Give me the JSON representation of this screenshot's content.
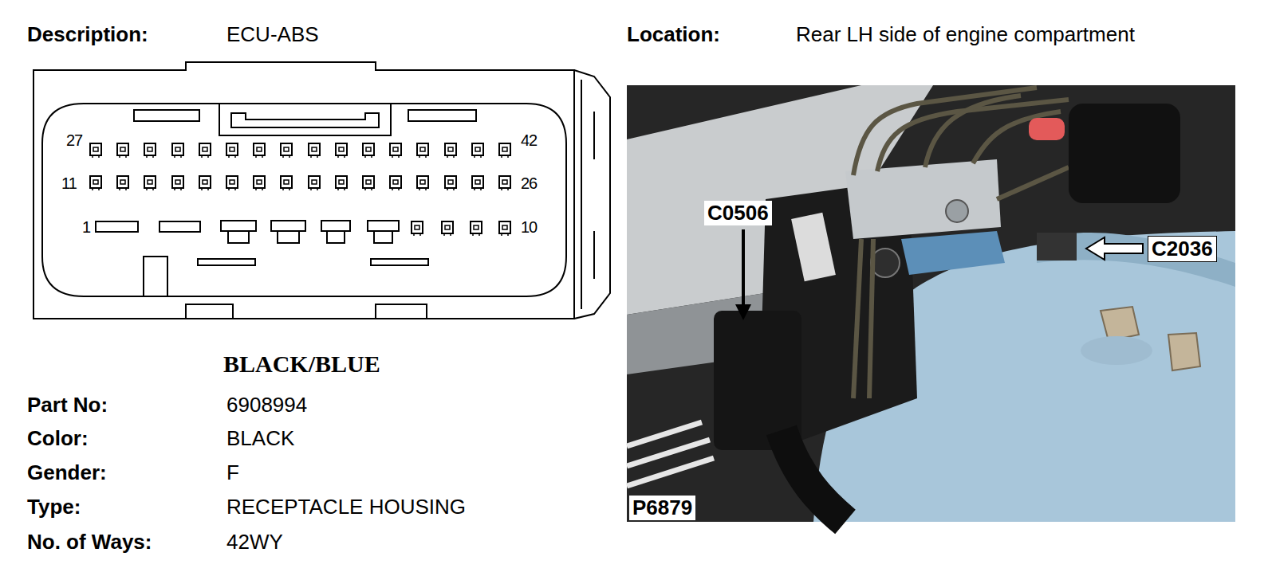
{
  "diagram": {
    "labels": [
      "Description:",
      "ECU-ABS",
      "Location:",
      "Rear LH side of engine compartment",
      "27",
      "42",
      "11",
      "26",
      "1",
      "10",
      "BLACK/BLUE",
      "Part No:",
      "6908994",
      "Color:",
      "BLACK",
      "Gender:",
      "F",
      "Type:",
      "RECEPTACLE HOUSING",
      "No. of Ways:",
      "42WY",
      "C0506",
      "C2036",
      "P6879"
    ]
  }
}
